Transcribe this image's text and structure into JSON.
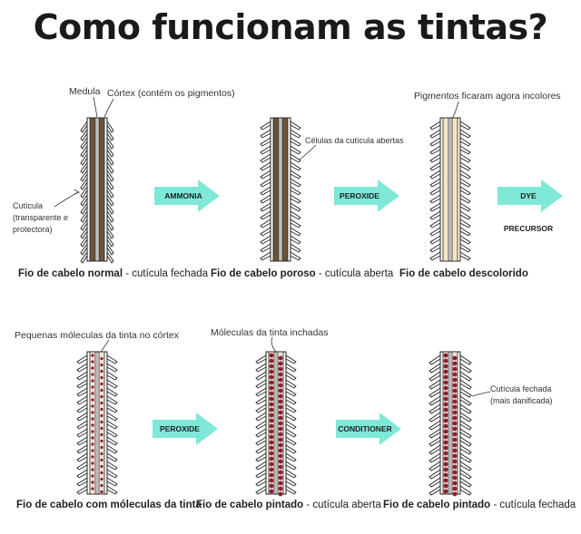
{
  "title": "Como funcionam as tintas?",
  "labels": {
    "medula": "Medula",
    "cortex": "Córtex (contém os pigmentos)",
    "cuticula_line1": "Cutícula",
    "cuticula_line2": "(transparente e",
    "cuticula_line3": "protectora)",
    "celulas_abertas": "Células da cutícula abertas",
    "pigmentos_incolores": "Pigmentos ficaram agora incolores",
    "pequenas_moleculas": "Pequenas móleculas da tinta no córtex",
    "moleculas_inchadas": "Móleculas da tinta inchadas",
    "cuticula_fechada_line1": "Cutícula fechada",
    "cuticula_fechada_line2": "(mais danificada)"
  },
  "arrows": [
    "AMMONIA",
    "PEROXIDE",
    "DYE PRECURSOR",
    "PEROXIDE",
    "CONDITIONER"
  ],
  "captions": [
    {
      "bold": "Fio de cabelo normal",
      "rest": " - cutícula fechada"
    },
    {
      "bold": "Fio de cabelo poroso",
      "rest": " - cutícula aberta"
    },
    {
      "bold": "Fio de cabelo descolorido",
      "rest": ""
    },
    {
      "bold": "Fio de cabelo com móleculas da tinta",
      "rest": ""
    },
    {
      "bold": "Fio de cabelo pintado",
      "rest": " - cutícula aberta"
    },
    {
      "bold": "Fio de cabelo pintado",
      "rest": " - cutícula fechada"
    }
  ],
  "colors": {
    "cortex_brown": "#6b5438",
    "bleached": "#f6e6c4",
    "dye_red": "#8e1e32",
    "arrow_mint": "#7fe8d8"
  }
}
